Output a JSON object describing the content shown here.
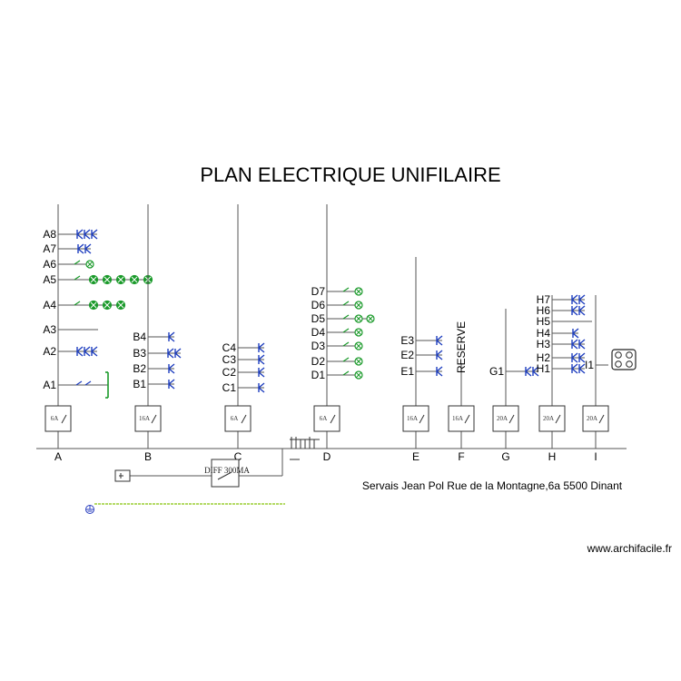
{
  "title": "PLAN ELECTRIQUE UNIFILAIRE",
  "owner": "Servais Jean Pol Rue de la Montagne,6a 5500 Dinant",
  "site": "www.archifacile.fr",
  "diff_label": "DIFF 300MA",
  "reserve_label": "RESERVE",
  "colors": {
    "socket": "#1f3fbf",
    "light": "#1a9a2a",
    "line": "#555555",
    "ground": "#9acd32"
  },
  "circuits": [
    {
      "bus": "A",
      "breaker": "6A",
      "items": [
        {
          "label": "A8",
          "type": "sockets",
          "count": 3
        },
        {
          "label": "A7",
          "type": "sockets",
          "count": 2
        },
        {
          "label": "A6",
          "type": "lights",
          "count": 1
        },
        {
          "label": "A5",
          "type": "lights_filled",
          "count": 5
        },
        {
          "label": "A4",
          "type": "lights_filled",
          "count": 3
        },
        {
          "label": "A3",
          "type": "wire",
          "count": 0
        },
        {
          "label": "A2",
          "type": "sockets",
          "count": 3
        },
        {
          "label": "A1",
          "type": "switch_end",
          "count": 1
        }
      ]
    },
    {
      "bus": "B",
      "breaker": "16A",
      "items": [
        {
          "label": "B4",
          "type": "sockets",
          "count": 1
        },
        {
          "label": "B3",
          "type": "sockets",
          "count": 2
        },
        {
          "label": "B2",
          "type": "sockets",
          "count": 1
        },
        {
          "label": "B1",
          "type": "sockets",
          "count": 1
        }
      ]
    },
    {
      "bus": "C",
      "breaker": "6A",
      "items": [
        {
          "label": "C4",
          "type": "sockets",
          "count": 1
        },
        {
          "label": "C3",
          "type": "sockets",
          "count": 1
        },
        {
          "label": "C2",
          "type": "sockets",
          "count": 1
        },
        {
          "label": "C1",
          "type": "sockets",
          "count": 1
        }
      ]
    },
    {
      "bus": "D",
      "breaker": "6A",
      "items": [
        {
          "label": "D7",
          "type": "lights",
          "count": 1
        },
        {
          "label": "D6",
          "type": "lights",
          "count": 1
        },
        {
          "label": "D5",
          "type": "lights",
          "count": 2
        },
        {
          "label": "D4",
          "type": "lights",
          "count": 1
        },
        {
          "label": "D3",
          "type": "lights",
          "count": 1
        },
        {
          "label": "D2",
          "type": "lights",
          "count": 1
        },
        {
          "label": "D1",
          "type": "lights",
          "count": 1
        }
      ]
    },
    {
      "bus": "E",
      "breaker": "16A",
      "items": [
        {
          "label": "E3",
          "type": "sockets",
          "count": 1
        },
        {
          "label": "E2",
          "type": "sockets",
          "count": 1
        },
        {
          "label": "E1",
          "type": "sockets",
          "count": 1
        }
      ]
    },
    {
      "bus": "F",
      "breaker": "16A",
      "items": []
    },
    {
      "bus": "G",
      "breaker": "20A",
      "items": [
        {
          "label": "G1",
          "type": "sockets",
          "count": 2
        }
      ]
    },
    {
      "bus": "H",
      "breaker": "20A",
      "items": [
        {
          "label": "H7",
          "type": "sockets",
          "count": 2
        },
        {
          "label": "H6",
          "type": "sockets",
          "count": 2
        },
        {
          "label": "H5",
          "type": "wire",
          "count": 0
        },
        {
          "label": "H4",
          "type": "sockets",
          "count": 1
        },
        {
          "label": "H3",
          "type": "sockets",
          "count": 2
        },
        {
          "label": "H2",
          "type": "sockets",
          "count": 2
        },
        {
          "label": "H1",
          "type": "sockets",
          "count": 2
        }
      ]
    },
    {
      "bus": "I",
      "breaker": "20A",
      "items": [
        {
          "label": "I1",
          "type": "cooktop",
          "count": 1
        }
      ]
    }
  ]
}
